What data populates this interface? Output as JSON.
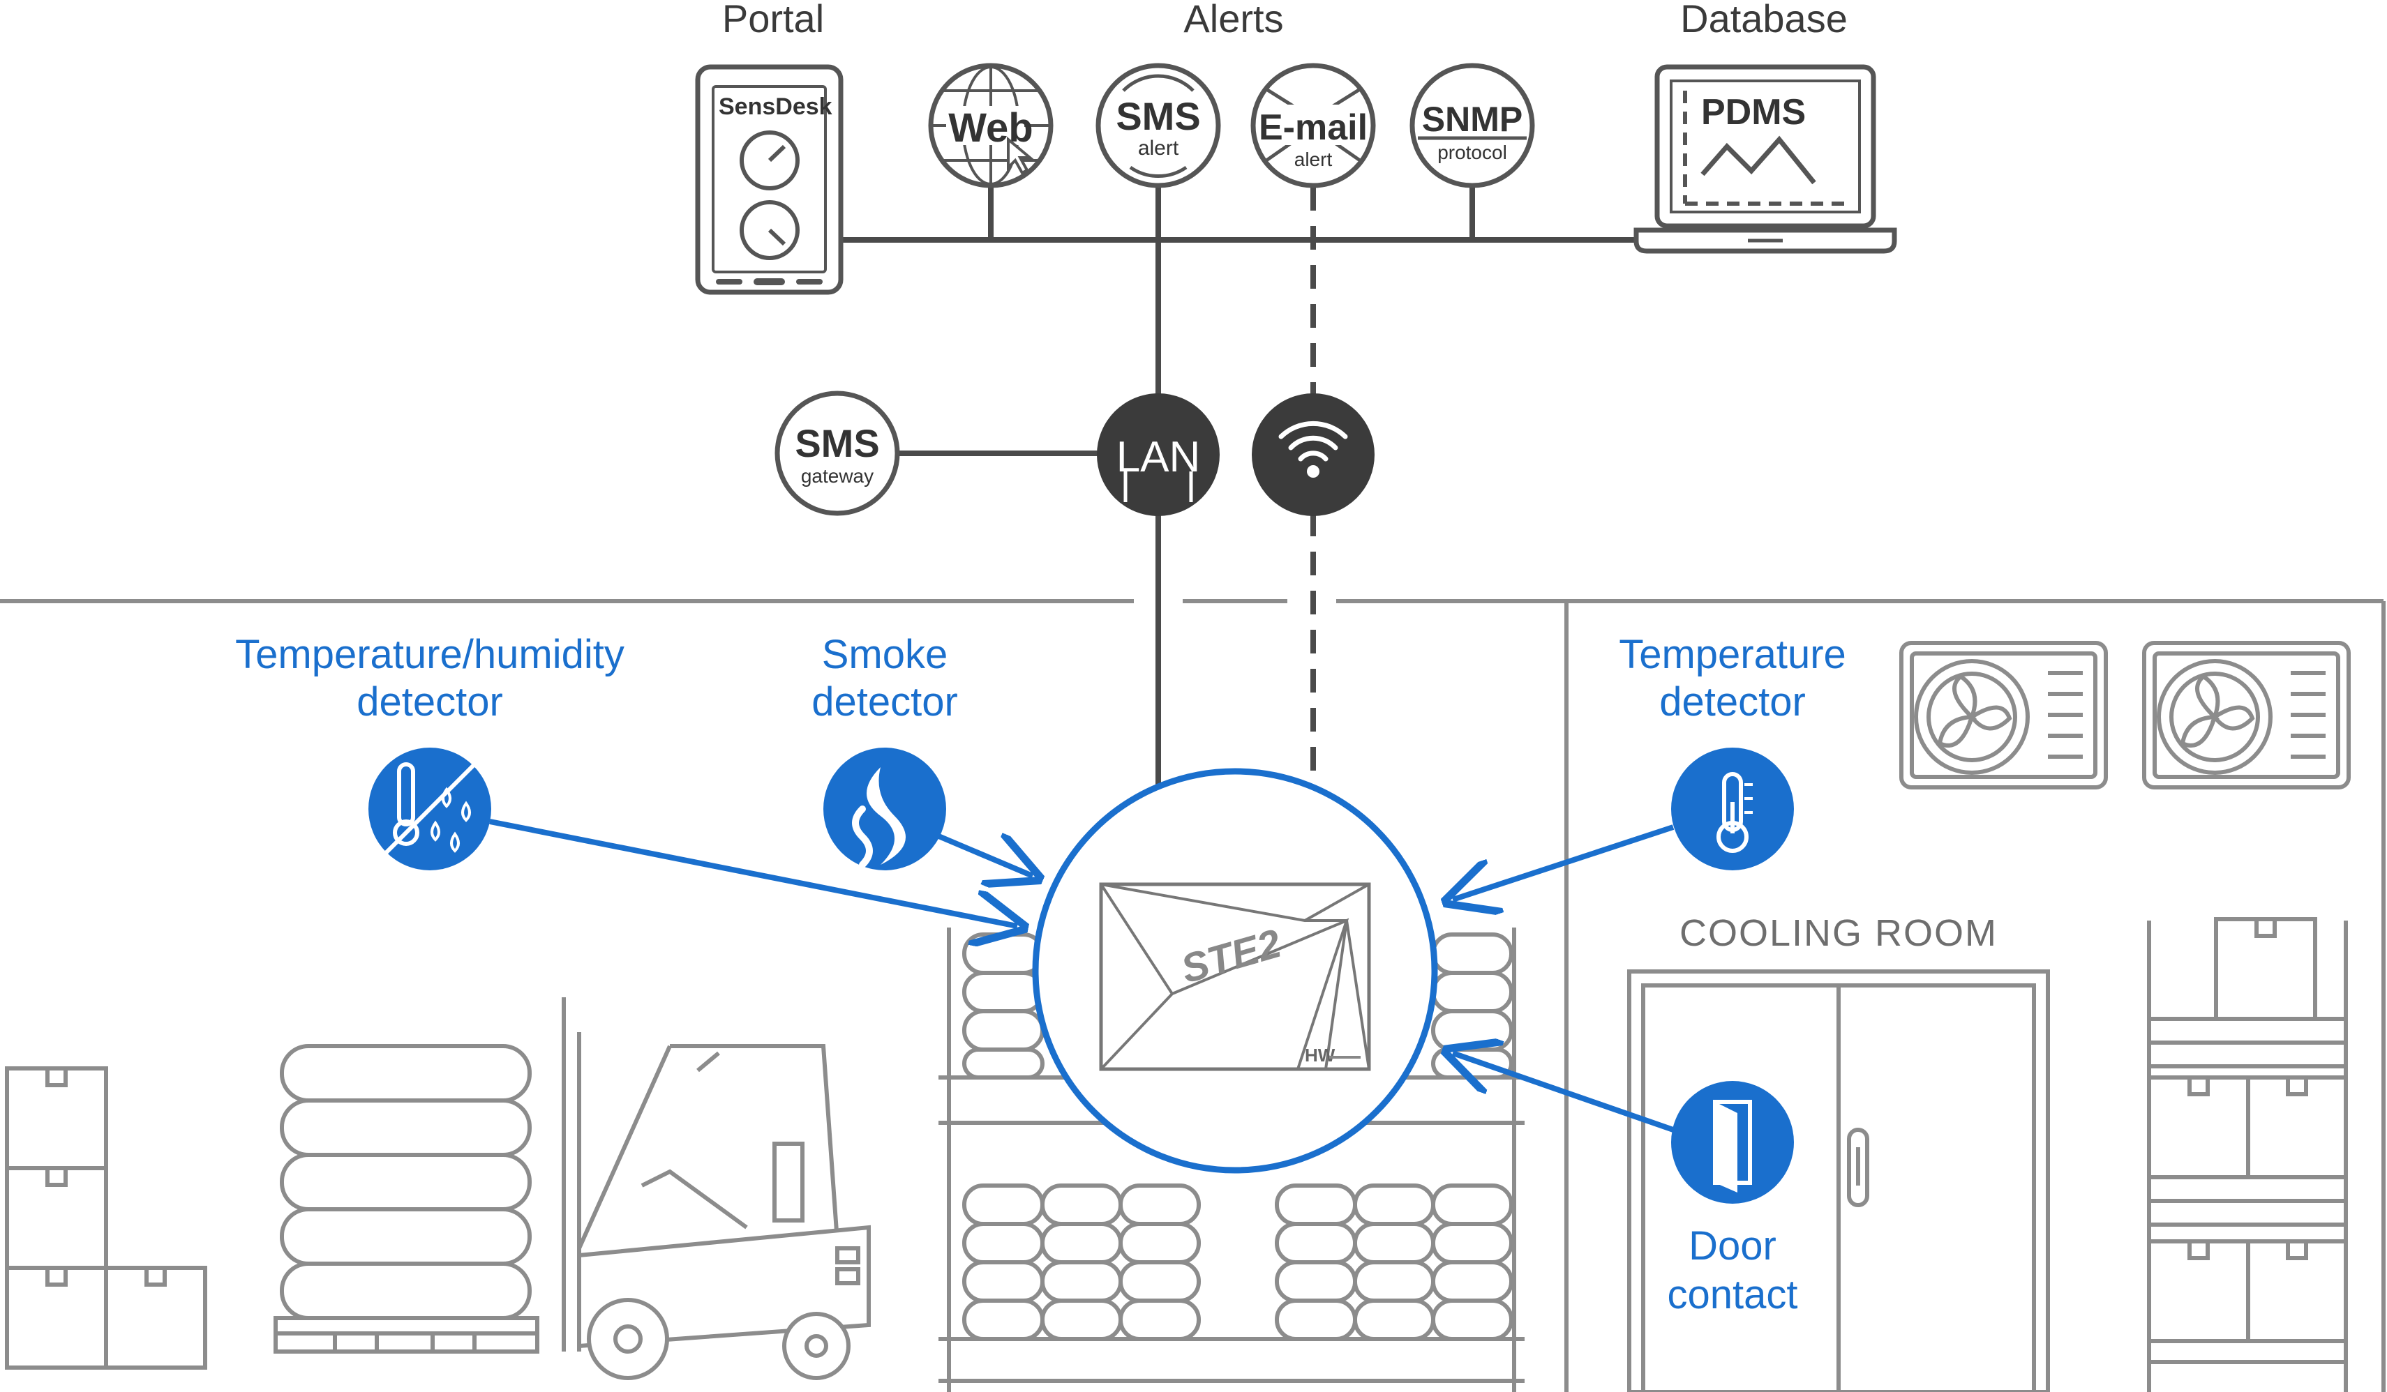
{
  "labels": {
    "portal": "Portal",
    "alerts": "Alerts",
    "database": "Database",
    "temp_humidity": [
      "Temperature/humidity",
      "detector"
    ],
    "smoke": [
      "Smoke",
      "detector"
    ],
    "temperature": [
      "Temperature",
      "detector"
    ],
    "door": [
      "Door",
      "contact"
    ],
    "cooling_room": "COOLING ROOM"
  },
  "devices": {
    "sensdesk_brand_a": "Sens",
    "sensdesk_brand_b": "Desk",
    "pdms": "PDMS",
    "ste2": "STE2",
    "hwg": "HW"
  },
  "nodes": {
    "web": "Web",
    "sms_alert": {
      "main": "SMS",
      "sub": "alert"
    },
    "email": {
      "main": "E-mail",
      "sub": "alert"
    },
    "snmp": {
      "main": "SNMP",
      "sub": "protocol"
    },
    "sms_gateway": {
      "main": "SMS",
      "sub": "gateway"
    },
    "lan": "LAN"
  },
  "icons": {
    "temp_humidity": "thermometer-droplets-icon",
    "smoke": "flame-icon",
    "temperature": "thermometer-icon",
    "door": "door-icon",
    "wifi": "wifi-icon",
    "globe": "globe-icon",
    "envelope": "envelope-icon"
  },
  "colors": {
    "accent_blue": "#1a6fcd",
    "line_dark": "#4a4a4a",
    "illustration_gray": "#8c8c8c",
    "node_dark": "#3b3b3b"
  }
}
